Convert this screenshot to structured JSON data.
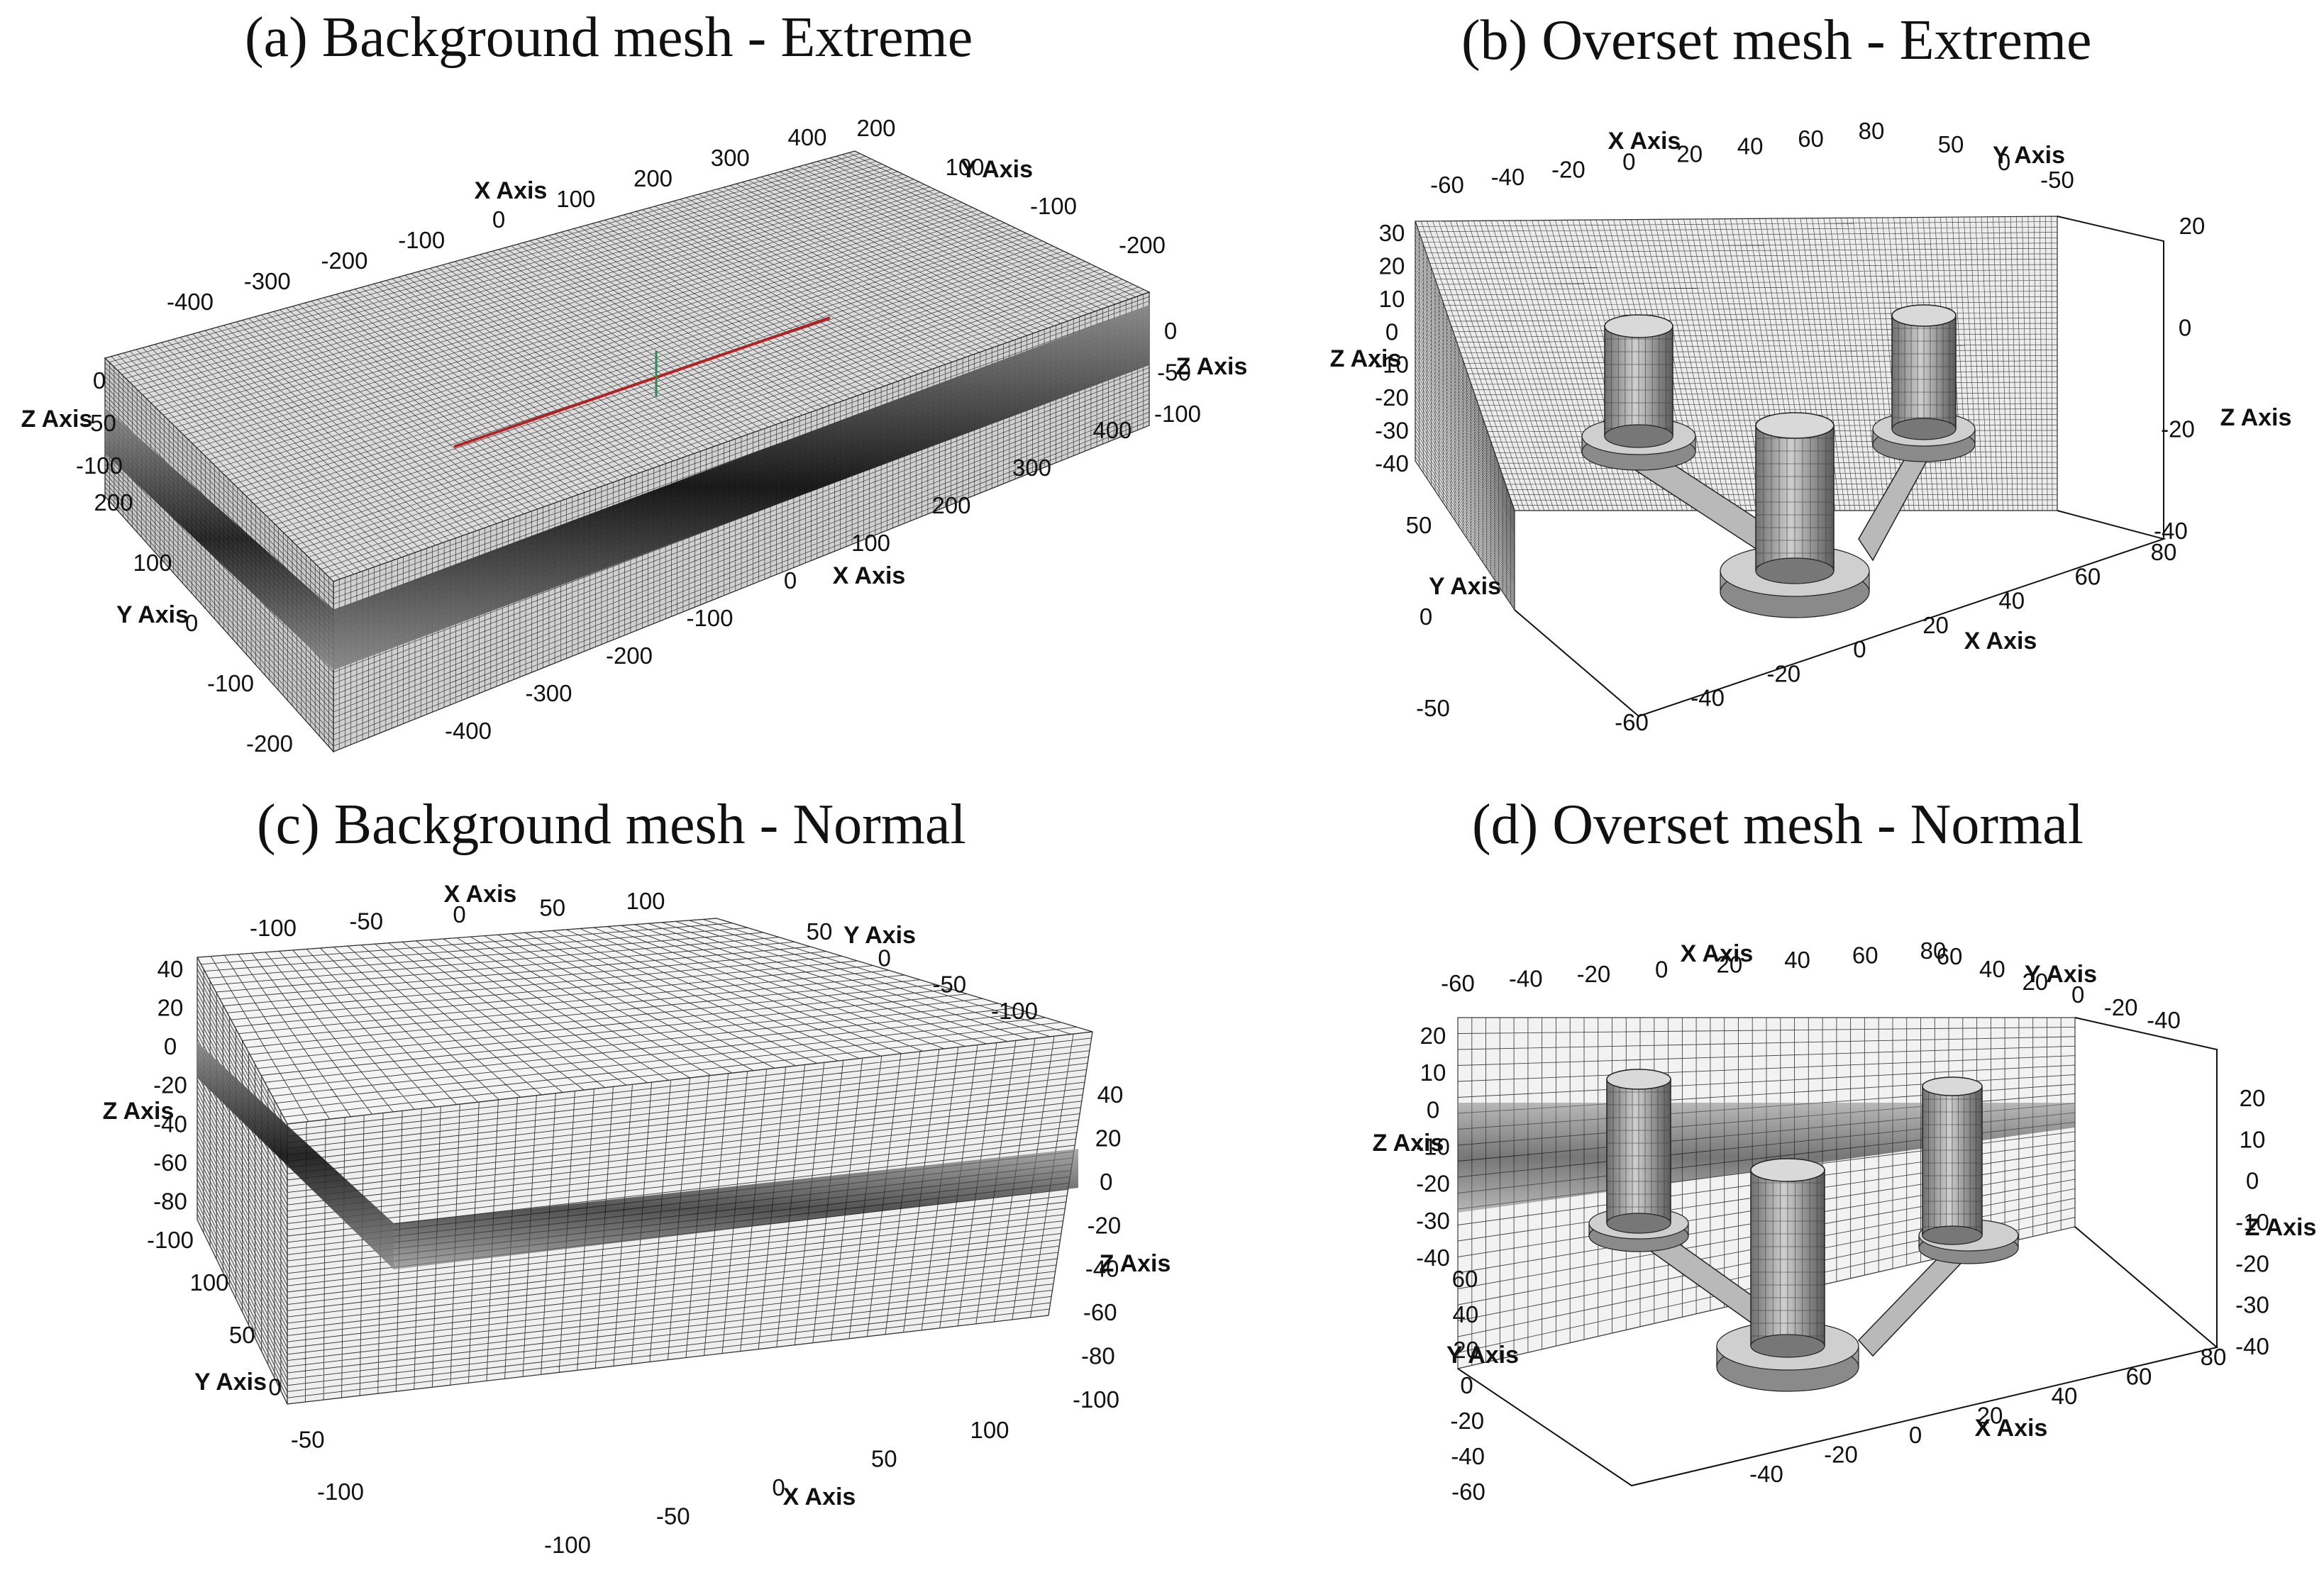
{
  "panels": [
    {
      "id": "a",
      "title": "(a) Background mesh - Extreme",
      "axis_labels": {
        "x": "X Axis",
        "y": "Y Axis",
        "z": "Z Axis"
      },
      "ticks": {
        "x_top": [
          "-400",
          "-300",
          "-200",
          "-100",
          "0",
          "100",
          "200",
          "300",
          "400"
        ],
        "x_bottom": [
          "-400",
          "-300",
          "-200",
          "-100",
          "0",
          "100",
          "200",
          "300",
          "400"
        ],
        "y_top": [
          "200",
          "100",
          "-100",
          "-200"
        ],
        "y_left": [
          "200",
          "100",
          "0",
          "-100",
          "-200"
        ],
        "z_left": [
          "0",
          "-50",
          "-100"
        ],
        "z_right": [
          "0",
          "-50",
          "-100"
        ]
      }
    },
    {
      "id": "b",
      "title": "(b) Overset mesh - Extreme",
      "axis_labels": {
        "x": "X Axis",
        "y": "Y Axis",
        "z": "Z Axis"
      },
      "ticks": {
        "x_top": [
          "-60",
          "-40",
          "-20",
          "0",
          "20",
          "40",
          "60",
          "80"
        ],
        "y_top": [
          "50",
          "0",
          "-50"
        ],
        "z_left": [
          "30",
          "20",
          "10",
          "0",
          "-10",
          "-20",
          "-30",
          "-40"
        ],
        "z_right": [
          "20",
          "0",
          "-20",
          "-40"
        ],
        "y_left": [
          "50",
          "0",
          "-50"
        ],
        "x_bottom": [
          "-60",
          "-40",
          "-20",
          "0",
          "20",
          "40",
          "60",
          "80"
        ]
      }
    },
    {
      "id": "c",
      "title": "(c) Background mesh - Normal",
      "axis_labels": {
        "x": "X Axis",
        "y": "Y Axis",
        "z": "Z Axis"
      },
      "ticks": {
        "x_top": [
          "-100",
          "-50",
          "0",
          "50",
          "100"
        ],
        "y_top": [
          "50",
          "0",
          "-50",
          "-100"
        ],
        "z_left": [
          "40",
          "20",
          "0",
          "-20",
          "-40",
          "-60",
          "-80",
          "-100"
        ],
        "z_right": [
          "40",
          "20",
          "0",
          "-20",
          "-40",
          "-60",
          "-80",
          "-100"
        ],
        "y_left": [
          "100",
          "50",
          "0",
          "-50",
          "-100"
        ],
        "x_bottom": [
          "-100",
          "-50",
          "0",
          "50",
          "100"
        ]
      }
    },
    {
      "id": "d",
      "title": "(d) Overset mesh - Normal",
      "axis_labels": {
        "x": "X Axis",
        "y": "Y Axis",
        "z": "Z Axis"
      },
      "ticks": {
        "x_top": [
          "-60",
          "-40",
          "-20",
          "0",
          "20",
          "40",
          "60",
          "80"
        ],
        "y_top": [
          "60",
          "40",
          "20",
          "0",
          "-20",
          "-40"
        ],
        "z_left": [
          "20",
          "10",
          "0",
          "-10",
          "-20",
          "-30",
          "-40"
        ],
        "z_right": [
          "20",
          "10",
          "0",
          "-10",
          "-20",
          "-30",
          "-40"
        ],
        "y_left": [
          "60",
          "40",
          "20",
          "0",
          "-20",
          "-40",
          "-60"
        ],
        "x_bottom": [
          "-40",
          "-20",
          "0",
          "20",
          "40",
          "60",
          "80"
        ]
      }
    }
  ]
}
